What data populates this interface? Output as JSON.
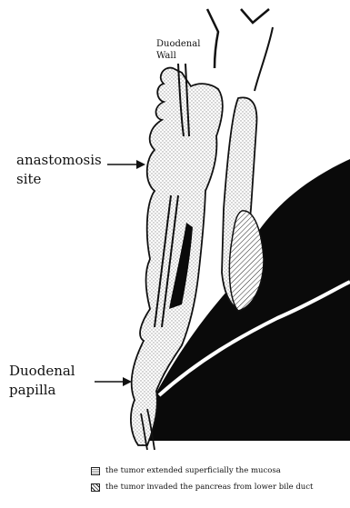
{
  "labels": {
    "duodenal_wall_line1": "Duodenal",
    "duodenal_wall_line2": "Wall",
    "anastomosis_line1": "anastomosis",
    "anastomosis_line2": "site",
    "papilla_line1": "Duodenal",
    "papilla_line2": "papilla"
  },
  "legend": [
    {
      "pattern": "dotted",
      "text": "the tumor extended superficially the mucosa"
    },
    {
      "pattern": "hatched",
      "text": "the tumor invaded the pancreas from lower bile duct"
    }
  ],
  "colors": {
    "ink": "#111111",
    "pancreas": "#0a0a0a",
    "paper": "#ffffff",
    "dots": "#9a9a9a"
  }
}
